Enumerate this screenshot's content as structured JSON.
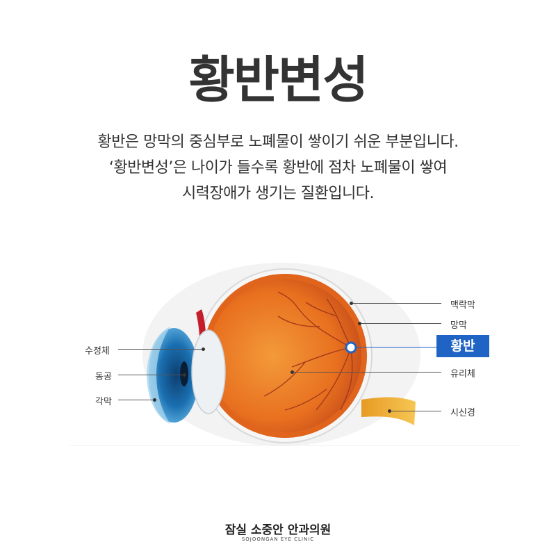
{
  "title": "황반변성",
  "description": [
    "황반은 망막의 중심부로  노폐물이 쌓이기 쉬운 부분입니다.",
    "‘황반변성’은  나이가 들수록 황반에 점차 노폐물이 쌓여",
    "시력장애가 생기는 질환입니다."
  ],
  "labels_left": {
    "lens": "수정체",
    "pupil": "동공",
    "cornea": "각막"
  },
  "labels_right": {
    "choroid": "맥락막",
    "retina": "망막",
    "macula": "황반",
    "vitreous": "유리체",
    "optic_nerve": "시신경"
  },
  "footer": {
    "name": "잠실 소중안 안과의원",
    "name_en": "SOJOONGAN EYE CLINIC"
  },
  "colors": {
    "macula_badge": "#1f63c4",
    "eyeball": "#e8701f",
    "iris": "#1a6fb0",
    "optic_nerve": "#f2b53a"
  }
}
